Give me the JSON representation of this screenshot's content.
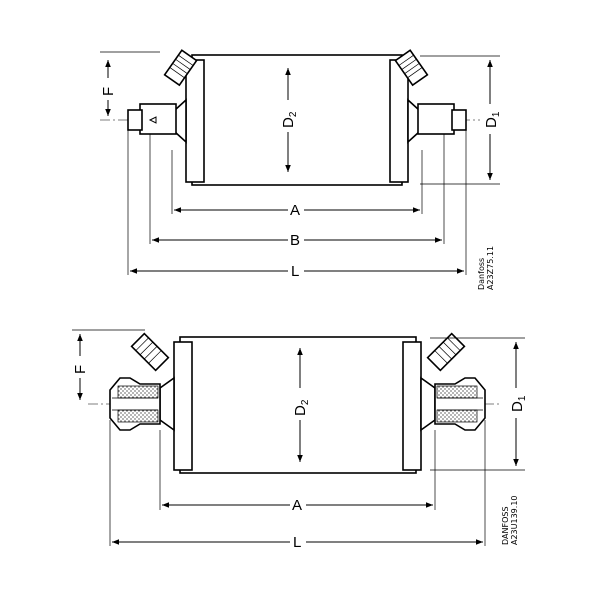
{
  "drawings": [
    {
      "id": "top",
      "labels": {
        "F": "F",
        "D2": "D",
        "D2_sub": "2",
        "D1": "D",
        "D1_sub": "1",
        "A": "A",
        "B": "B",
        "L": "L"
      },
      "side_text": [
        "Danfoss",
        "A23Z75.11"
      ]
    },
    {
      "id": "bottom",
      "labels": {
        "F": "F",
        "D2": "D",
        "D2_sub": "2",
        "D1": "D",
        "D1_sub": "1",
        "A": "A",
        "L": "L"
      },
      "side_text": [
        "DANFOSS",
        "A23U139.10"
      ]
    }
  ]
}
